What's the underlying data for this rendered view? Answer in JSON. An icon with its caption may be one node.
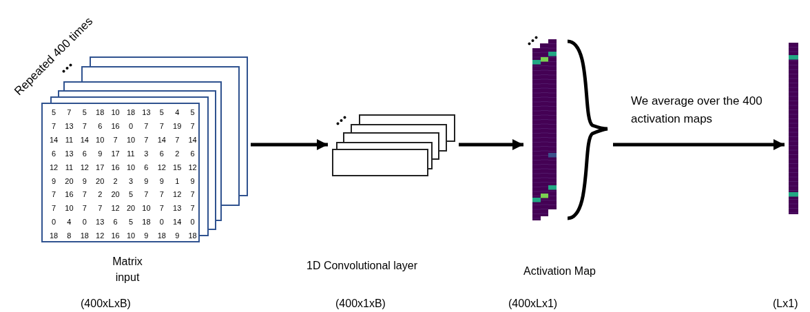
{
  "diagram": {
    "nodes": [
      {
        "text": [],
        "shape": "box",
        "beside": [
          "Repeated 400 times",
          "Matrix input",
          "(400xLxB)"
        ]
      },
      {
        "text": [],
        "shape": "box",
        "beside": [
          "1D Convolutional layer",
          "(400x1xB)"
        ]
      },
      {
        "text": [],
        "shape": "picture",
        "beside": [
          "Activation Map",
          "(400xLx1)"
        ]
      },
      {
        "text": [],
        "shape": "picture"
      }
    ],
    "edges": [
      {
        "from": 0,
        "to": 1,
        "arrow": "to"
      },
      {
        "from": 1,
        "to": 2,
        "arrow": "to"
      },
      {
        "from": 2,
        "to": 3,
        "arrow": "to",
        "label": "We average over the 400 activation maps"
      }
    ],
    "labels": [
      "5",
      "7",
      "5",
      "18",
      "10",
      "18",
      "13",
      "5",
      "4",
      "5",
      "7",
      "13",
      "7",
      "6",
      "16",
      "0",
      "7",
      "7",
      "19",
      "7",
      "14",
      "11",
      "14",
      "10",
      "7",
      "10",
      "7",
      "14",
      "7",
      "14",
      "6",
      "13",
      "6",
      "9",
      "17",
      "11",
      "3",
      "6",
      "2",
      "6",
      "12",
      "11",
      "12",
      "17",
      "16",
      "10",
      "6",
      "12",
      "15",
      "12",
      "9",
      "20",
      "9",
      "20",
      "2",
      "3",
      "9",
      "9",
      "1",
      "9",
      "7",
      "16",
      "7",
      "2",
      "20",
      "5",
      "7",
      "7",
      "12",
      "7",
      "7",
      "10",
      "7",
      "7",
      "12",
      "20",
      "10",
      "7",
      "13",
      "7",
      "0",
      "4",
      "0",
      "13",
      "6",
      "5",
      "18",
      "0",
      "14",
      "0",
      "18",
      "8",
      "18",
      "12",
      "16",
      "10",
      "9",
      "18",
      "9",
      "18",
      "(Lx1)"
    ]
  }
}
